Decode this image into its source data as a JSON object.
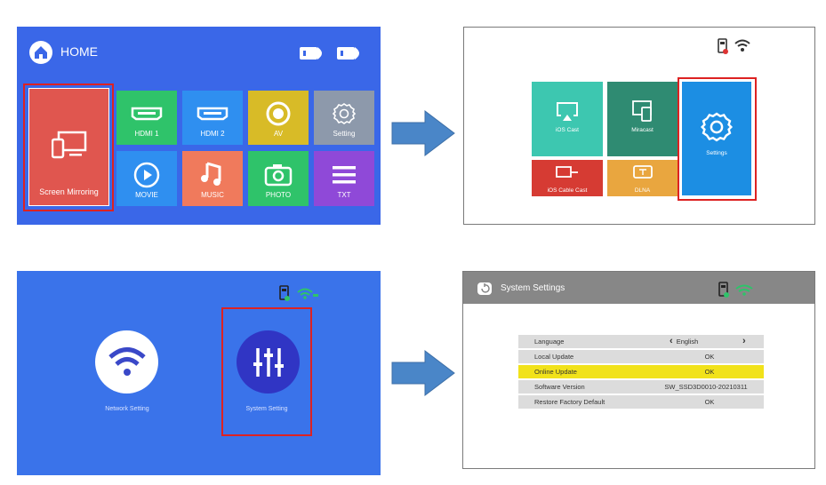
{
  "panel1": {
    "title": "HOME",
    "tiles": {
      "screen_mirroring": "Screen Mirroring",
      "hdmi1": "HDMI 1",
      "hdmi2": "HDMI 2",
      "av": "AV",
      "setting": "Setting",
      "movie": "MOVIE",
      "music": "MUSIC",
      "photo": "PHOTO",
      "txt": "TXT"
    },
    "colors": {
      "bg": "#3a67e8",
      "mirroring": "#e0564f",
      "green": "#2fc36a",
      "blue": "#2f8ff0",
      "yellow": "#d8bb27",
      "gray": "#8d99ab",
      "orange": "#f07a5c",
      "purple": "#8f49d8"
    }
  },
  "panel2": {
    "tiles": {
      "ios_cast": "iOS Cast",
      "miracast": "Miracast",
      "settings": "Settings",
      "ios_cable_cast": "iOS Cable Cast",
      "dlna": "DLNA"
    }
  },
  "panel3": {
    "network": "Network Setting",
    "system": "System Setting"
  },
  "panel4": {
    "title": "System Settings",
    "rows": [
      {
        "key": "Language",
        "value": "English"
      },
      {
        "key": "Local Update",
        "value": "OK"
      },
      {
        "key": "Online Update",
        "value": "OK"
      },
      {
        "key": "Software Version",
        "value": "SW_SSD3D0010-20210311"
      },
      {
        "key": "Restore Factory Default",
        "value": "OK"
      }
    ]
  }
}
